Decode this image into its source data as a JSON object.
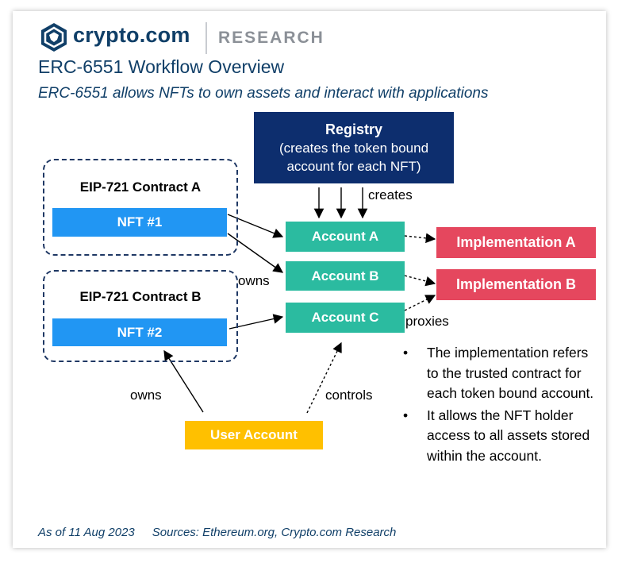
{
  "header": {
    "brand": "crypto.com",
    "section": "RESEARCH",
    "title": "ERC-6551 Workflow Overview",
    "subtitle": "ERC-6551 allows NFTs to own assets and interact with applications"
  },
  "diagram": {
    "registry": {
      "title": "Registry",
      "desc_line1": "(creates the token bound",
      "desc_line2": "account for each NFT)"
    },
    "contract_a": {
      "label": "EIP-721 Contract A",
      "nft": "NFT #1"
    },
    "contract_b": {
      "label": "EIP-721 Contract B",
      "nft": "NFT #2"
    },
    "accounts": [
      "Account A",
      "Account B",
      "Account C"
    ],
    "implementations": [
      "Implementation A",
      "Implementation B"
    ],
    "user_account": "User Account",
    "edge_labels": {
      "creates": "creates",
      "owns_accounts": "owns",
      "proxies": "proxies",
      "owns_user": "owns",
      "controls": "controls"
    },
    "notes": [
      "The implementation refers to the trusted contract for each token bound account.",
      "It allows the NFT holder access to all assets stored within the account."
    ],
    "colors": {
      "registry": "#0D2E6E",
      "nft": "#2196F3",
      "account": "#2BBBA0",
      "implementation": "#E5475E",
      "user": "#FFC000",
      "brand": "#103F68"
    }
  },
  "footer": {
    "date": "As of 11 Aug 2023",
    "sources": "Sources: Ethereum.org, Crypto.com Research"
  }
}
